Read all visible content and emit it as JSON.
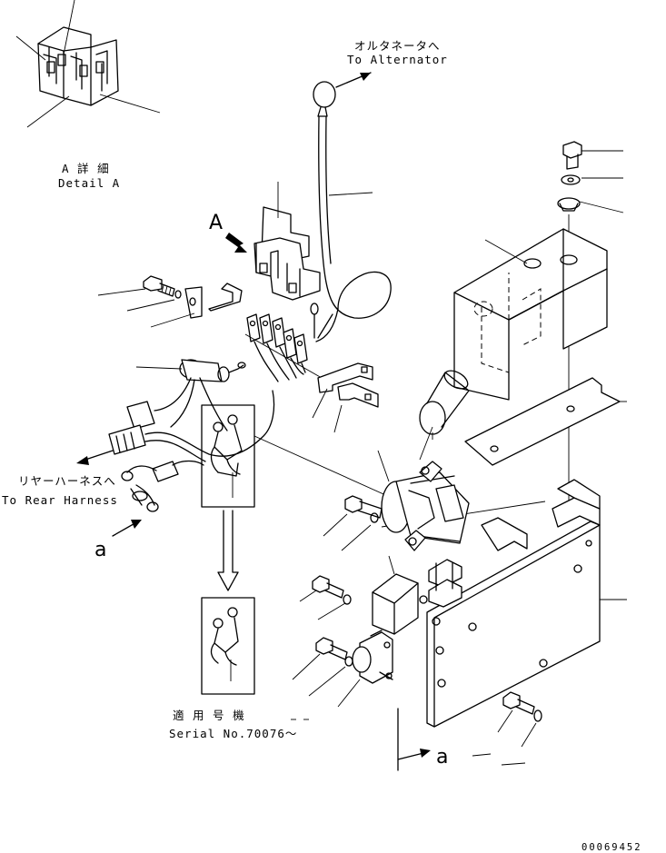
{
  "labels": {
    "alternator_jp": "オルタネータへ",
    "alternator_en": "To Alternator",
    "detail_jp": "A 詳 細",
    "detail_en": "Detail A",
    "view_a": "A",
    "rear_jp": "リヤーハーネスへ",
    "rear_en": "To Rear Harness",
    "ref_a_left": "a",
    "ref_a_bottom": "a",
    "serial_jp": "適 用 号 機",
    "serial_en": "Serial No.70076～",
    "drawing_number": "00069452"
  }
}
